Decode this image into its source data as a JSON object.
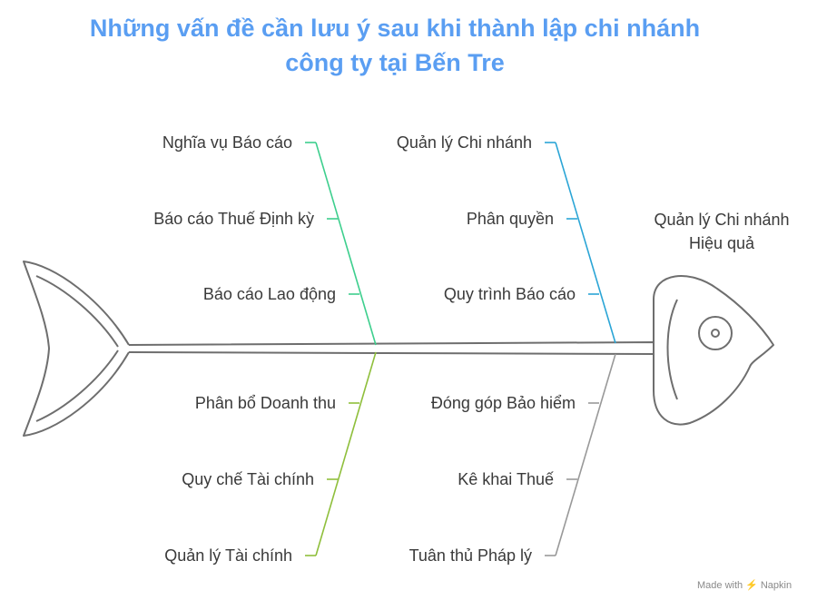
{
  "title": {
    "line1": "Những vấn đề cần lưu ý sau khi thành lập chi nhánh",
    "line2": "công ty tại Bến Tre"
  },
  "effect": {
    "line1": "Quản lý Chi nhánh",
    "line2": "Hiệu quả"
  },
  "branches": {
    "top_left": {
      "color": "#3ecf8e",
      "causes": [
        "Nghĩa vụ Báo cáo",
        "Báo cáo Thuế Định kỳ",
        "Báo cáo Lao động"
      ]
    },
    "top_right": {
      "color": "#2ba5d6",
      "causes": [
        "Quản lý Chi nhánh",
        "Phân quyền",
        "Quy trình Báo cáo"
      ]
    },
    "bottom_left": {
      "color": "#8fbf3c",
      "causes": [
        "Phân bổ Doanh thu",
        "Quy chế Tài chính",
        "Quản lý Tài chính"
      ]
    },
    "bottom_right": {
      "color": "#999999",
      "causes": [
        "Đóng góp Bảo hiểm",
        "Kê khai Thuế",
        "Tuân thủ Pháp lý"
      ]
    }
  },
  "brand": {
    "made_with": "Made with",
    "name": "Napkin"
  }
}
